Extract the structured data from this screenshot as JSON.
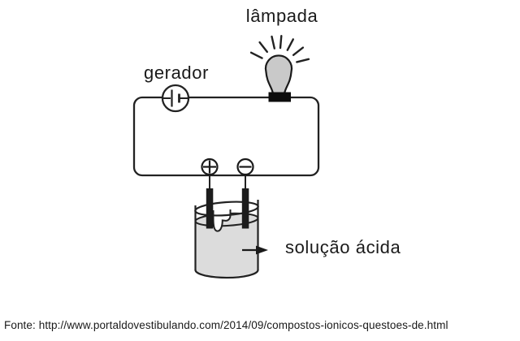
{
  "diagram": {
    "type": "electrolysis-circuit",
    "labels": {
      "lamp": "lâmpada",
      "generator": "gerador",
      "solution": "solução ácida"
    },
    "terminals": {
      "positive": "+",
      "negative": "−"
    },
    "colors": {
      "line": "#222222",
      "bulb_fill": "#c9c9c9",
      "liquid_fill": "#dcdcdc",
      "lamp_base": "#0d0d0d",
      "background": "#ffffff"
    }
  },
  "footer": {
    "source": "Fonte: http://www.portaldovestibulando.com/2014/09/compostos-ionicos-questoes-de.html"
  }
}
